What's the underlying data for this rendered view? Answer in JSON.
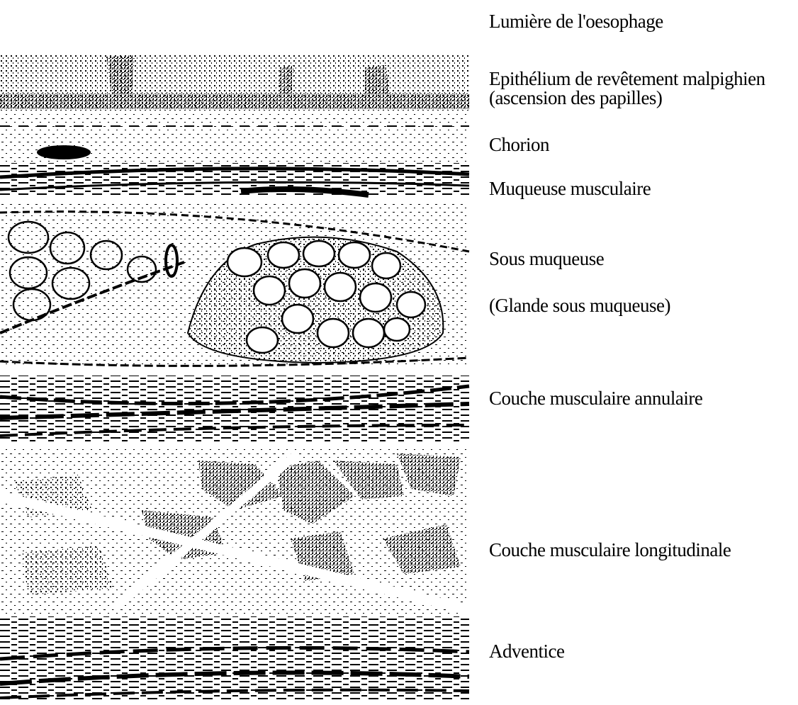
{
  "figure": {
    "background": "#ffffff",
    "ink": "#000000",
    "labels": [
      {
        "id": "lumen",
        "lines": [
          "Lumière de l'oesophage"
        ]
      },
      {
        "id": "epithelium",
        "lines": [
          "Epithélium de revêtement malpighien",
          "(ascension des papilles)"
        ]
      },
      {
        "id": "chorion",
        "lines": [
          "Chorion"
        ]
      },
      {
        "id": "muscularis-mucosae",
        "lines": [
          "Muqueuse musculaire"
        ]
      },
      {
        "id": "submucosa",
        "lines": [
          "Sous muqueuse"
        ]
      },
      {
        "id": "submucosal-gland",
        "lines": [
          "(Glande sous muqueuse)"
        ]
      },
      {
        "id": "circular-muscle",
        "lines": [
          "Couche musculaire annulaire"
        ]
      },
      {
        "id": "longitudinal-muscle",
        "lines": [
          "Couche musculaire longitudinale"
        ]
      },
      {
        "id": "adventitia",
        "lines": [
          "Adventice"
        ]
      }
    ]
  }
}
